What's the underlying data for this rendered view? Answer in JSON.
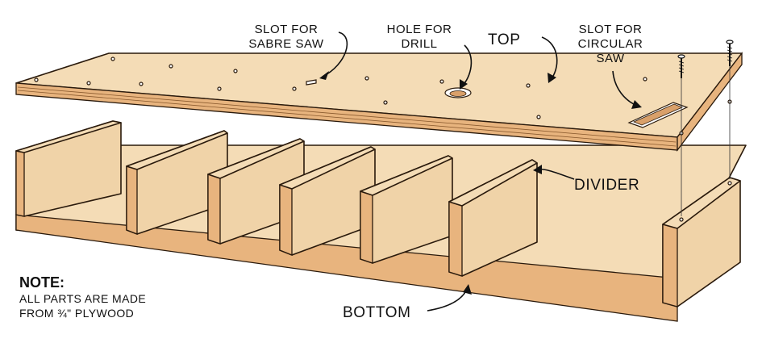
{
  "labels": {
    "slot_sabre_line1": "SLOT FOR",
    "slot_sabre_line2": "SABRE SAW",
    "hole_drill_line1": "HOLE FOR",
    "hole_drill_line2": "DRILL",
    "top": "TOP",
    "slot_circular_line1": "SLOT FOR",
    "slot_circular_line2": "CIRCULAR",
    "slot_circular_line3": "SAW",
    "divider": "DIVIDER",
    "bottom": "BOTTOM"
  },
  "note": {
    "title": "NOTE:",
    "line1": "ALL PARTS ARE MADE",
    "line2": "FROM ¾\" PLYWOOD"
  },
  "colors": {
    "wood_face": "#f0d3a8",
    "wood_edge": "#d9a06a",
    "outline": "#2a1a0c"
  }
}
